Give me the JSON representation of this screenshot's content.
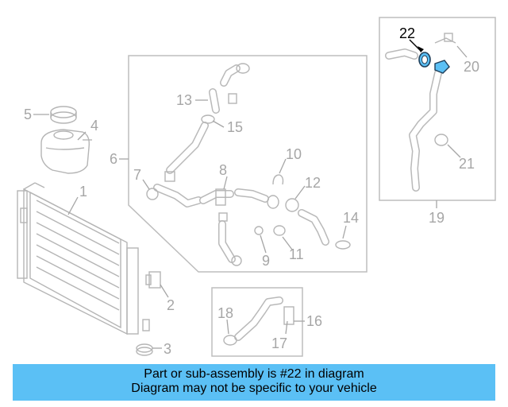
{
  "colors": {
    "highlight": "#5bc0f5",
    "banner": "#5bc0f5",
    "line": "#b5b5b5",
    "label": "#a6a6a6"
  },
  "callouts": {
    "c1": "1",
    "c2": "2",
    "c3": "3",
    "c4": "4",
    "c5": "5",
    "c6": "6",
    "c7": "7",
    "c8": "8",
    "c9": "9",
    "c10": "10",
    "c11": "11",
    "c12": "12",
    "c13": "13",
    "c14": "14",
    "c15": "15",
    "c16": "16",
    "c17": "17",
    "c18": "18",
    "c19": "19",
    "c20": "20",
    "c21": "21",
    "c22": "22"
  },
  "highlighted_part": "22",
  "banner": {
    "line1": "Part or sub-assembly is #22 in diagram",
    "line2": "Diagram may not be specific to your vehicle"
  }
}
